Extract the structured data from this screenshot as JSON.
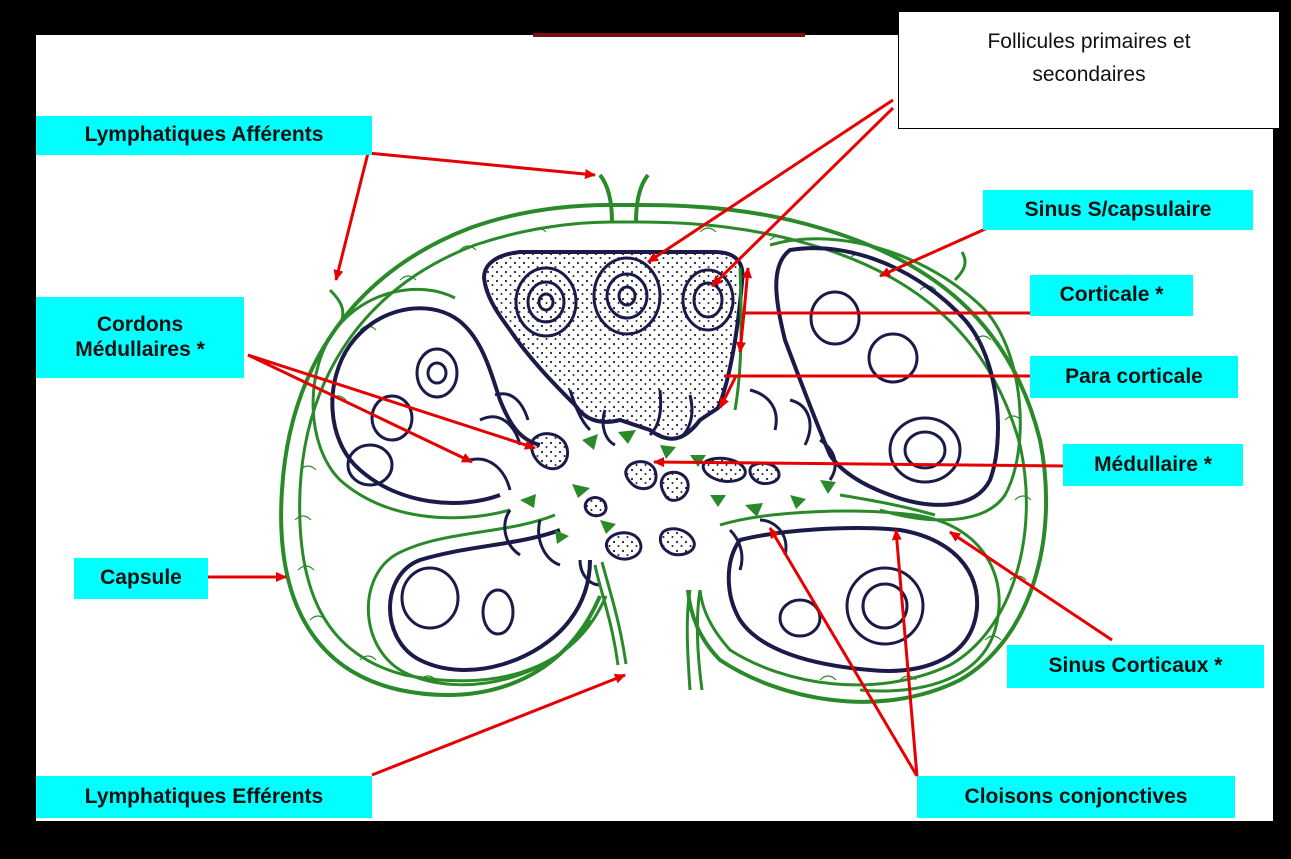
{
  "labels": {
    "follicules_line1": "Follicules primaires et",
    "follicules_line2": "secondaires",
    "lymphatiques_afferents": "Lymphatiques Afférents",
    "sinus_scapsulaire": "Sinus S/capsulaire",
    "corticale": "Corticale *",
    "cordons_line1": "Cordons",
    "cordons_line2": "Médullaires *",
    "para_corticale": "Para corticale",
    "medullaire": "Médullaire *",
    "capsule": "Capsule",
    "sinus_corticaux": "Sinus Corticaux *",
    "lymphatiques_efferents": "Lymphatiques Efférents",
    "cloisons_conjonctives": "Cloisons conjonctives"
  },
  "colors": {
    "label_bg": "#00ffff",
    "arrow": "#e60000",
    "tissue_green": "#2a8a2a",
    "tissue_dark": "#1b1b4a",
    "frame": "#000000"
  }
}
